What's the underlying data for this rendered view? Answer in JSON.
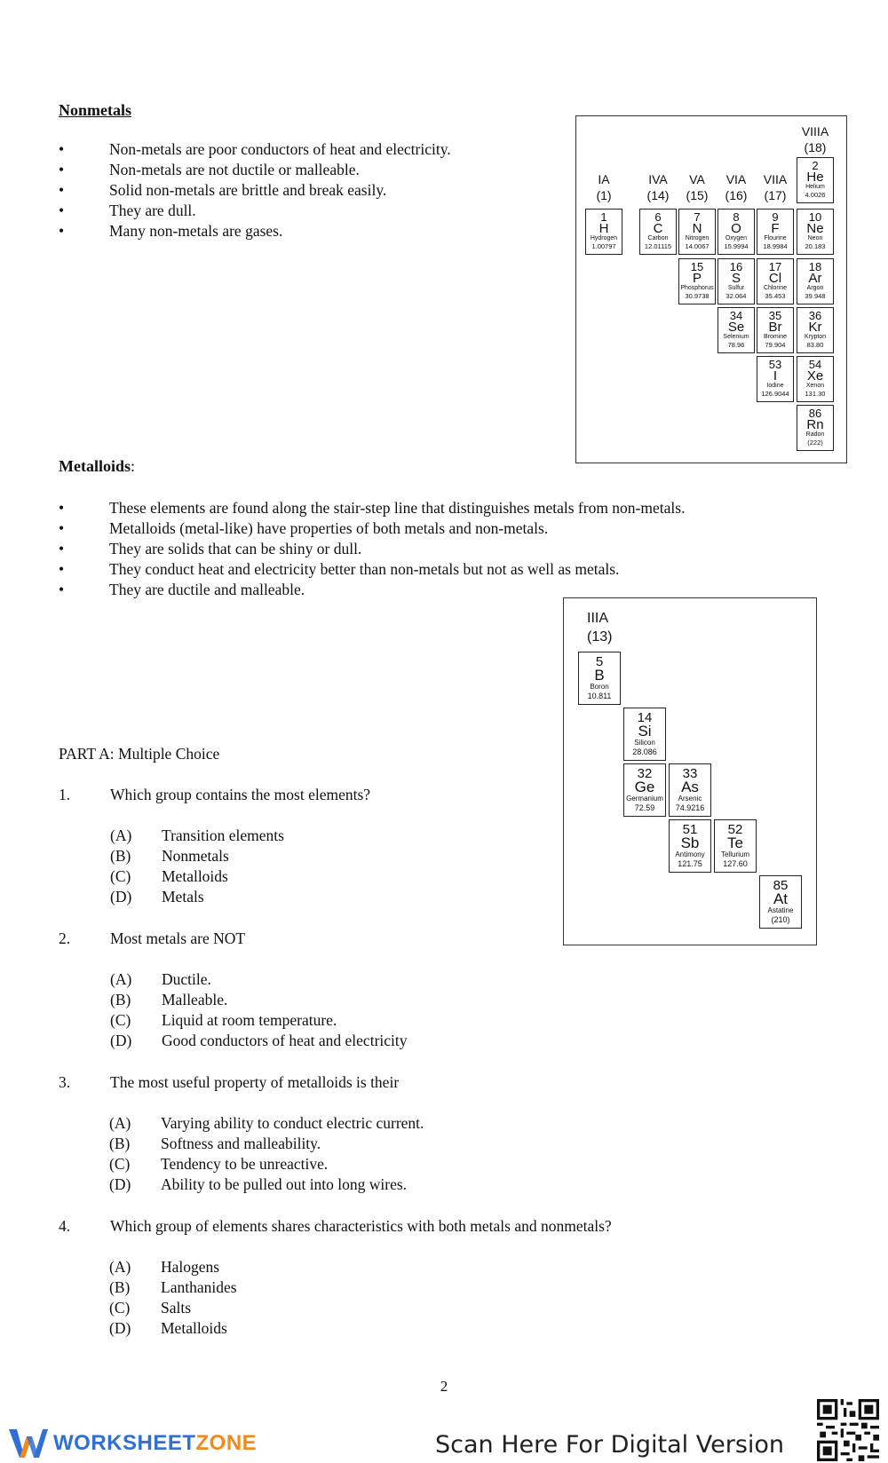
{
  "nonmetals": {
    "heading": "Nonmetals",
    "bullet": "•",
    "items": [
      "Non-metals are poor conductors of heat and electricity.",
      "Non-metals are not ductile or malleable.",
      "Solid non-metals are brittle and break easily.",
      "They are dull.",
      "Many non-metals are gases."
    ]
  },
  "nonmetal_table": {
    "groups": [
      {
        "name": "IA",
        "num": "(1)"
      },
      {
        "name": "IVA",
        "num": "(14)"
      },
      {
        "name": "VA",
        "num": "(15)"
      },
      {
        "name": "VIA",
        "num": "(16)"
      },
      {
        "name": "VIIA",
        "num": "(17)"
      },
      {
        "name": "VIIIA",
        "num": "(18)"
      }
    ],
    "elements": [
      {
        "num": "1",
        "sym": "H",
        "name": "Hydrogen",
        "wt": "1.00797"
      },
      {
        "num": "6",
        "sym": "C",
        "name": "Carbon",
        "wt": "12.01115"
      },
      {
        "num": "7",
        "sym": "N",
        "name": "Nitrogen",
        "wt": "14.0067"
      },
      {
        "num": "8",
        "sym": "O",
        "name": "Oxygen",
        "wt": "15.9994"
      },
      {
        "num": "9",
        "sym": "F",
        "name": "Flourine",
        "wt": "18.9984"
      },
      {
        "num": "2",
        "sym": "He",
        "name": "Helium",
        "wt": "4.0026"
      },
      {
        "num": "10",
        "sym": "Ne",
        "name": "Neon",
        "wt": "20.183"
      },
      {
        "num": "15",
        "sym": "P",
        "name": "Phosphorus",
        "wt": "30.9738"
      },
      {
        "num": "16",
        "sym": "S",
        "name": "Sulfur",
        "wt": "32.064"
      },
      {
        "num": "17",
        "sym": "Cl",
        "name": "Chlorine",
        "wt": "35.453"
      },
      {
        "num": "18",
        "sym": "Ar",
        "name": "Argon",
        "wt": "39.948"
      },
      {
        "num": "34",
        "sym": "Se",
        "name": "Selenium",
        "wt": "78.96"
      },
      {
        "num": "35",
        "sym": "Br",
        "name": "Bromine",
        "wt": "79.904"
      },
      {
        "num": "36",
        "sym": "Kr",
        "name": "Krypton",
        "wt": "83.80"
      },
      {
        "num": "53",
        "sym": "I",
        "name": "Iodine",
        "wt": "126.9044"
      },
      {
        "num": "54",
        "sym": "Xe",
        "name": "Xenon",
        "wt": "131.30"
      },
      {
        "num": "86",
        "sym": "Rn",
        "name": "Radon",
        "wt": "(222)"
      }
    ]
  },
  "metalloids": {
    "heading": "Metalloids",
    "colon": ":",
    "items": [
      "These  elements are found along the stair-step line that distinguishes metals from non-metals.",
      "Metalloids (metal-like) have properties of both metals and non-metals.",
      "They are solids that can be shiny or dull.",
      "They conduct heat and electricity better than non-metals but not as well as metals.",
      "They are ductile and malleable."
    ]
  },
  "metalloid_table": {
    "group_name": "IIIA",
    "group_num": "(13)",
    "elements": [
      {
        "num": "5",
        "sym": "B",
        "name": "Boron",
        "wt": "10.811"
      },
      {
        "num": "14",
        "sym": "Si",
        "name": "Silicon",
        "wt": "28.086"
      },
      {
        "num": "32",
        "sym": "Ge",
        "name": "Germanium",
        "wt": "72.59"
      },
      {
        "num": "33",
        "sym": "As",
        "name": "Arsenic",
        "wt": "74.9216"
      },
      {
        "num": "51",
        "sym": "Sb",
        "name": "Antimony",
        "wt": "121.75"
      },
      {
        "num": "52",
        "sym": "Te",
        "name": "Tellurium",
        "wt": "127.60"
      },
      {
        "num": "85",
        "sym": "At",
        "name": "Astatine",
        "wt": "(210)"
      }
    ]
  },
  "part_a": {
    "title": "PART A: Multiple Choice",
    "questions": [
      {
        "num": "1.",
        "text": "Which group contains the most elements?",
        "options": [
          [
            "(A)",
            "Transition elements"
          ],
          [
            "(B)",
            "Nonmetals"
          ],
          [
            "(C)",
            "Metalloids"
          ],
          [
            "(D)",
            "Metals"
          ]
        ]
      },
      {
        "num": "2.",
        "text": "Most metals are NOT",
        "options": [
          [
            "(A)",
            "Ductile."
          ],
          [
            "(B)",
            "Malleable."
          ],
          [
            "(C)",
            "Liquid at room temperature."
          ],
          [
            "(D)",
            "Good conductors of heat and electricity"
          ]
        ]
      },
      {
        "num": "3.",
        "text": "The most useful property of metalloids is their",
        "options": [
          [
            "(A)",
            "Varying ability to conduct electric current."
          ],
          [
            "(B)",
            "Softness and malleability."
          ],
          [
            "(C)",
            "Tendency to be unreactive."
          ],
          [
            "(D)",
            "Ability to be pulled out into long wires."
          ]
        ]
      },
      {
        "num": "4.",
        "text": "Which group of elements shares characteristics with both metals and nonmetals?",
        "options": [
          [
            "(A)",
            "Halogens"
          ],
          [
            "(B)",
            "Lanthanides"
          ],
          [
            "(C)",
            "Salts"
          ],
          [
            "(D)",
            "Metalloids"
          ]
        ]
      }
    ]
  },
  "page_number": "2",
  "footer": {
    "logo_part1": "WORKSHEET",
    "logo_part2": "ZONE",
    "scan_text": "Scan Here For Digital Version",
    "brand_blue": "#2f6fd6",
    "brand_orange": "#f08a1c"
  }
}
